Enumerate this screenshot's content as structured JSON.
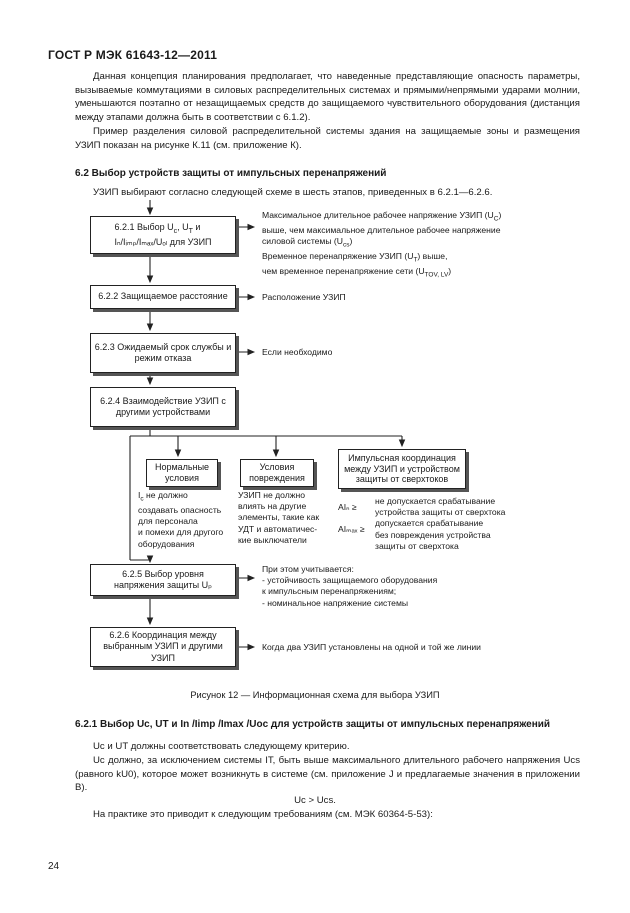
{
  "header": "ГОСТ Р МЭК 61643-12—2011",
  "para1": "Данная концепция планирования предполагает, что наведенные представляющие опасность параметры, вызываемые коммутациями в силовых распределительных системах и прямыми/непрямыми ударами молнии, уменьшаются поэтапно от незащищаемых средств до защищаемого чувствительного оборудования (дистанция между этапами должна быть в соответствии с 6.1.2).",
  "para2": "Пример разделения силовой распределительной системы здания на защищаемые зоны и размещения УЗИП показан на рисунке К.11 (см. приложение К).",
  "section_62": "6.2 Выбор устройств защиты от импульсных перенапряжений",
  "para3": "УЗИП выбирают согласно следующей схеме в шесть этапов, приведенных в 6.2.1—6.2.6.",
  "flow": {
    "box1_line1": "6.2.1 Выбор U",
    "box1_sub_c": "c",
    "box1_mid": ", U",
    "box1_sub_t": "T",
    "box1_end": " и",
    "box1_line2": "Iₙ/Iᵢₘₚ/Iₘₐₓ/Uₒₗ для УЗИП",
    "note1": "Максимальное длительное рабочее напряжение УЗИП (U",
    "note1_sub": "C",
    "note1_end": ")",
    "note1_l2": "выше, чем максимальное длительное рабочее напряжение",
    "note1_l3a": "силовой системы (U",
    "note1_l3_sub": "cs",
    "note1_l3b": ")",
    "note1_l4a": "Временное перенапряжение УЗИП (U",
    "note1_l4_sub": "T",
    "note1_l4b": ") выше,",
    "note1_l5a": "чем временное перенапряжение сети (U",
    "note1_l5_sub": "TOV, LV",
    "note1_l5b": ")",
    "box2": "6.2.2 Защищаемое расстояние",
    "note2": "Расположение УЗИП",
    "box3": "6.2.3 Ожидаемый срок службы и режим отказа",
    "note3": "Если необходимо",
    "box4": "6.2.4 Взаимодействие УЗИП с другими устройствами",
    "sub1": "Нормальные условия",
    "sub2": "Условия повреждения",
    "sub3": "Импульсная координация между УЗИП и устройством защиты от сверхтоков",
    "c1_l1a": "I",
    "c1_l1_sub": "c",
    "c1_l1b": " не должно",
    "c1_l2": "создавать опасность",
    "c1_l3": "для персонала",
    "c1_l4": "и помехи для другого",
    "c1_l5": "оборудования",
    "c2_l1": "УЗИП не должно",
    "c2_l2": "влиять на другие",
    "c2_l3": "элементы, такие как",
    "c2_l4": "УДТ и автоматичес-",
    "c2_l5": "кие выключатели",
    "c3_l1": "не допускается срабатывание",
    "c3_l2": "устройства защиты от сверхтока",
    "c3_l3": "допускается срабатывание",
    "c3_l4": "без повреждения устройства",
    "c3_l5": "защиты от сверхтока",
    "c3_ai_n": "AIₙ ≥",
    "c3_ai_max": "AIₘₐₓ ≥",
    "box5_l1": "6.2.5 Выбор уровня",
    "box5_l2": "напряжения защиты Uₚ",
    "note5_l1": "При этом учитывается:",
    "note5_l2": "- устойчивость защищаемого оборудования",
    "note5_l3": "к импульсным перенапряжениям;",
    "note5_l4": "- номинальное напряжение системы",
    "box6": "6.2.6 Координация между выбранным УЗИП и другими УЗИП",
    "note6": "Когда два УЗИП установлены на одной и той же линии"
  },
  "caption": "Рисунок 12 — Информационная схема для выбора УЗИП",
  "section_621": "6.2.1 Выбор Uc, UT и In /Iimp /Imax /Uoc для устройств защиты от импульсных перенапряжений",
  "para4": "Uc и UT должны соответствовать следующему критерию.",
  "para5": "Uc должно, за исключением системы IT, быть выше максимального длительного рабочего напряжения Ucs (равного kU0), которое может возникнуть в системе (см. приложение J и предлагаемые значения в приложении В).",
  "formula": "Uc > Ucs.",
  "para6": "На практике это приводит к следующим требованиям (см. МЭК 60364-5-53):",
  "page_number": "24"
}
